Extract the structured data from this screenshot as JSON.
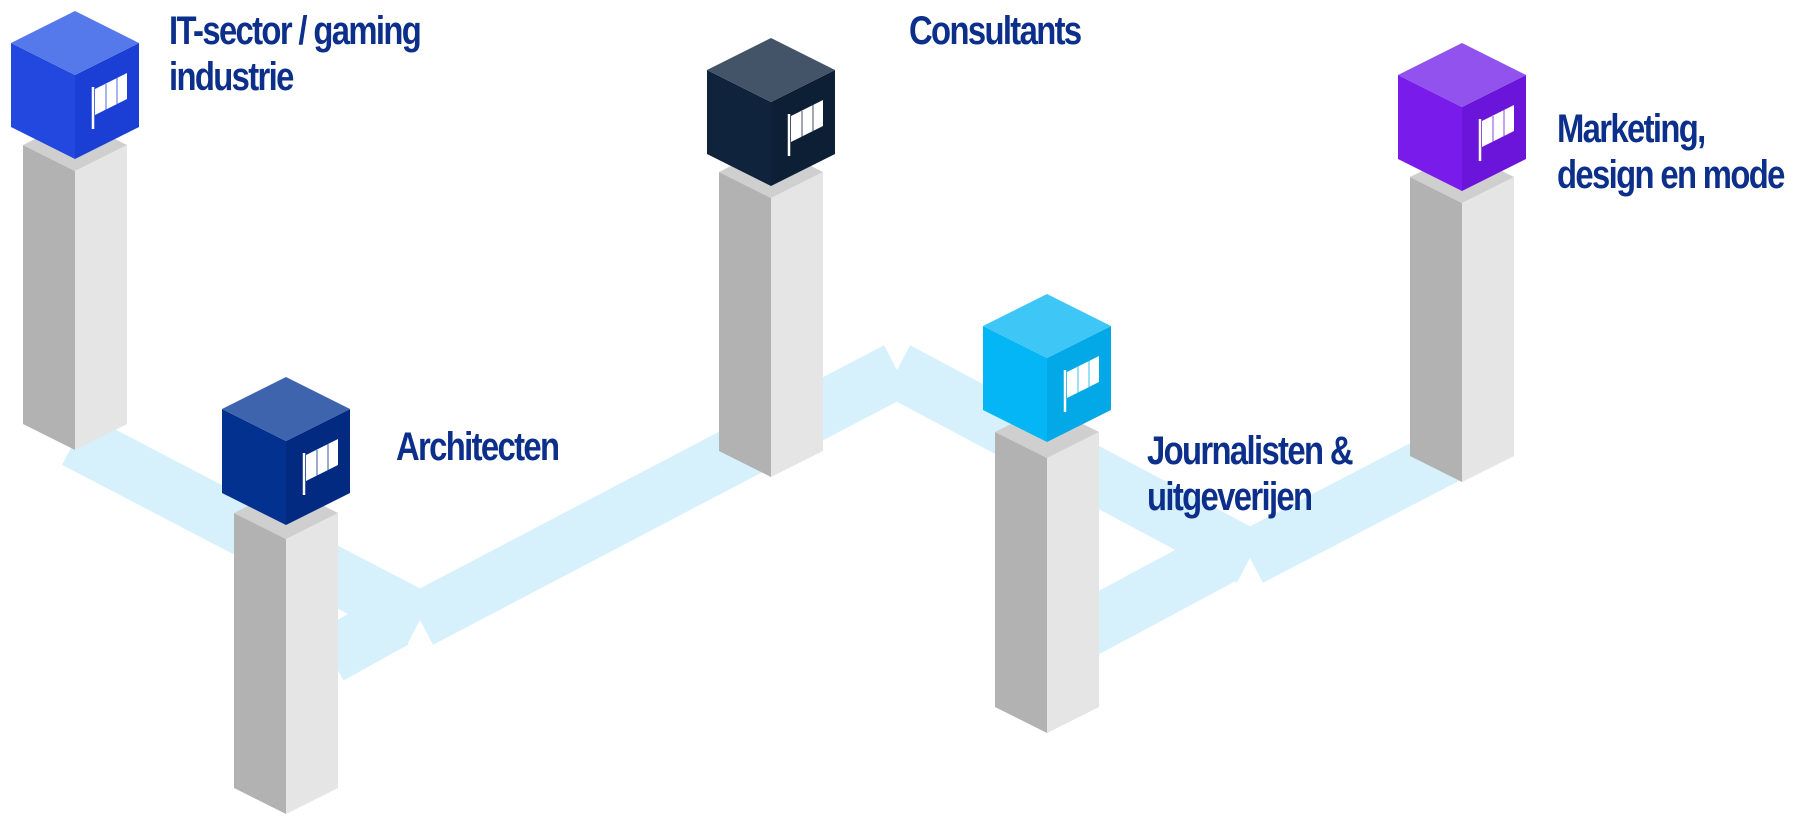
{
  "colors": {
    "path": "#d6f1fc",
    "pillar_left": "#b2b2b2",
    "pillar_right": "#e5e5e5",
    "pillar_top": "#cfcfcf",
    "label_text": "#0b2f8a",
    "flag": "#ffffff"
  },
  "nodes": [
    {
      "id": "it",
      "lines": [
        "IT-sector / gaming",
        "industrie"
      ],
      "cube_colors": {
        "top": "#5579ea",
        "left": "#2248e0",
        "right": "#1b3fd5"
      },
      "icon": "flag-icon"
    },
    {
      "id": "architecten",
      "lines": [
        "Architecten"
      ],
      "cube_colors": {
        "top": "#3d64ad",
        "left": "#03318f",
        "right": "#022a80"
      },
      "icon": "flag-icon"
    },
    {
      "id": "consultants",
      "lines": [
        "Consultants"
      ],
      "cube_colors": {
        "top": "#435468",
        "left": "#0f243c",
        "right": "#0c1f34"
      },
      "icon": "flag-icon"
    },
    {
      "id": "journalisten",
      "lines": [
        "Journalisten &",
        "uitgeverijen"
      ],
      "cube_colors": {
        "top": "#3ec7f6",
        "left": "#04b6f5",
        "right": "#03a8e6"
      },
      "icon": "flag-icon"
    },
    {
      "id": "marketing",
      "lines": [
        "Marketing,",
        "design en mode"
      ],
      "cube_colors": {
        "top": "#9252ee",
        "left": "#781beb",
        "right": "#6b14da"
      },
      "icon": "flag-icon"
    }
  ]
}
